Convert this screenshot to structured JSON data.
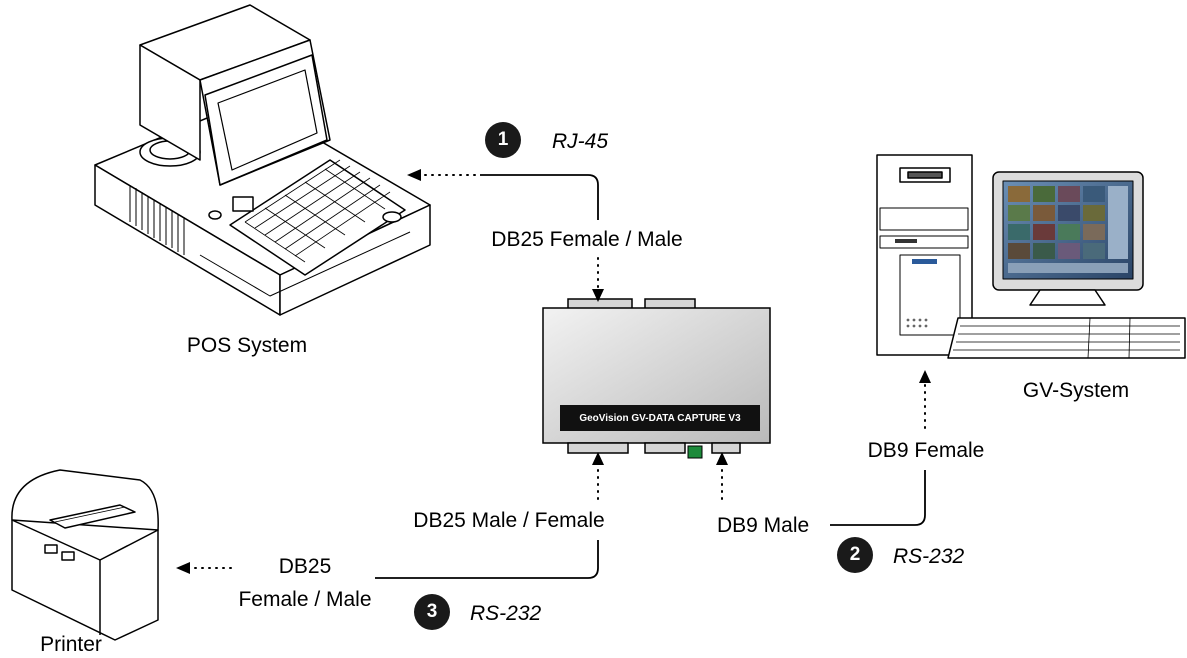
{
  "devices": {
    "pos": "POS System",
    "gv": "GV-System",
    "printer": "Printer",
    "capture": "GeoVision GV-DATA CAPTURE V3"
  },
  "connections": {
    "c1": {
      "num": "1",
      "type": "RJ-45",
      "connector": "DB25 Female / Male"
    },
    "c2": {
      "num": "2",
      "type": "RS-232",
      "connector_device": "DB9 Male",
      "connector_pc": "DB9 Female"
    },
    "c3": {
      "num": "3",
      "type": "RS-232",
      "connector_device": "DB25 Male / Female",
      "connector_printer_1": "DB25",
      "connector_printer_2": "Female / Male"
    }
  }
}
